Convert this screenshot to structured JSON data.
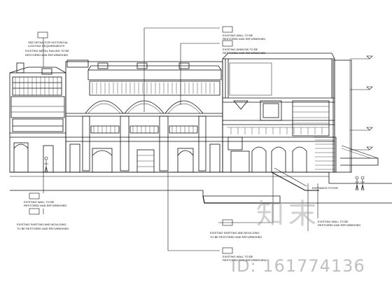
{
  "callouts": {
    "top_left": [
      "SEE DETAIL FOR HISTORICAL",
      "LIGHTING REQUIREMENTS"
    ],
    "top_center": [
      "EXISTING WALL TO BE",
      "RESTORED AND REFURBISHED"
    ],
    "top_right": [
      "EXISTING WINDOW TO BE",
      "RESTORED AND REFURBISHED"
    ],
    "railing": [
      "EXISTING METAL RAILING TO BE",
      "RESTORED AND REFURBISHED"
    ],
    "bottom_left_a": [
      "EXISTING WALL TO BE",
      "RESTORED AND REFURBISHED"
    ],
    "bottom_left_b": [
      "EXISTING SKIRTING AND MOULDING",
      "TO BE RESTORED AND REFURBISHED"
    ],
    "bottom_center": [
      "EXISTING SKIRTING AND MOULDING",
      "TO BE RESTORED AND REFURBISHED"
    ],
    "bottom_right": [
      "EXISTING WALL TO BE",
      "RESTORED AND REFURBISHED"
    ],
    "bottom_center_low": [
      "EXISTING WALL TO BE",
      "RESTORED AND REFURBISHED"
    ],
    "entrance": "ENTRANCE FOYER"
  },
  "watermark": {
    "logo": "知末",
    "id": "ID: 161774136"
  }
}
